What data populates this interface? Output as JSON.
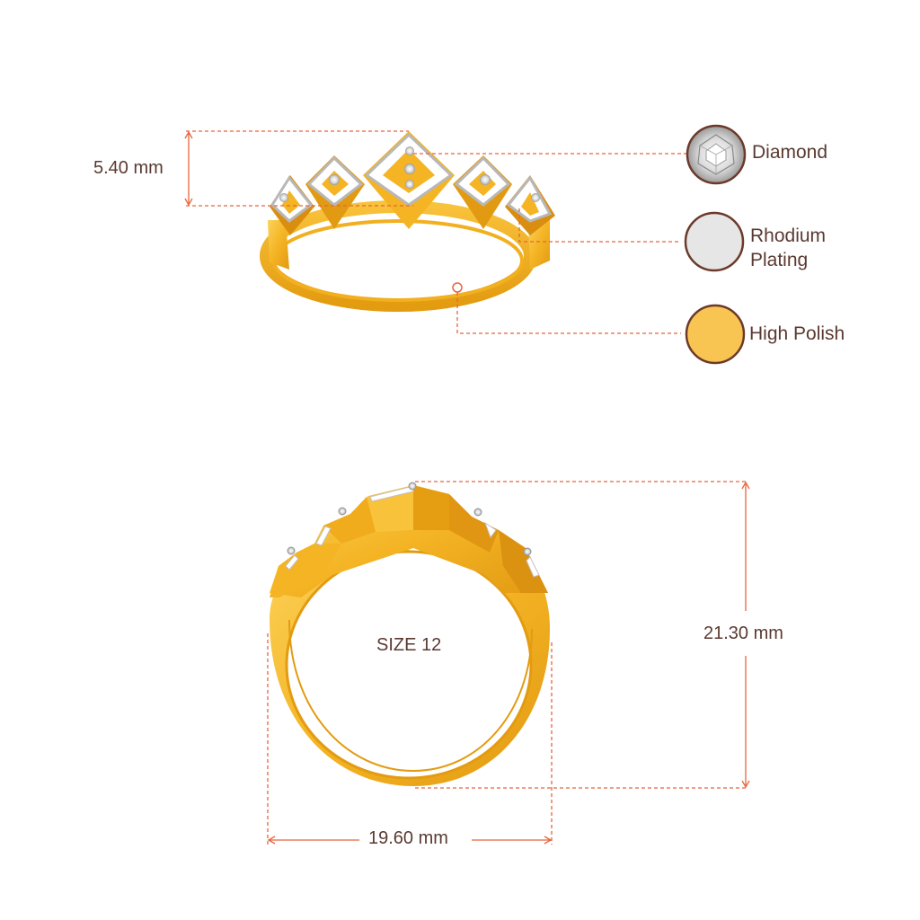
{
  "colors": {
    "dimension_line": "#e8643c",
    "text": "#5a3a30",
    "gold": "#f4b424",
    "gold_dark": "#d98e10",
    "gold_light": "#fbd35a",
    "rhodium": "#e6e6e6",
    "swatch_border": "#6b3a2a",
    "diamond": "#d7d7d7"
  },
  "top_view": {
    "height_dimension": "5.40 mm"
  },
  "legend": [
    {
      "label": "Diamond",
      "swatch": "diamond-icon"
    },
    {
      "label_line1": "Rhodium",
      "label_line2": "Plating",
      "swatch": "rhodium-swatch"
    },
    {
      "label": "High Polish",
      "swatch": "gold-swatch"
    }
  ],
  "front_view": {
    "size_label": "SIZE 12",
    "height_dimension": "21.30 mm",
    "width_dimension": "19.60 mm"
  }
}
